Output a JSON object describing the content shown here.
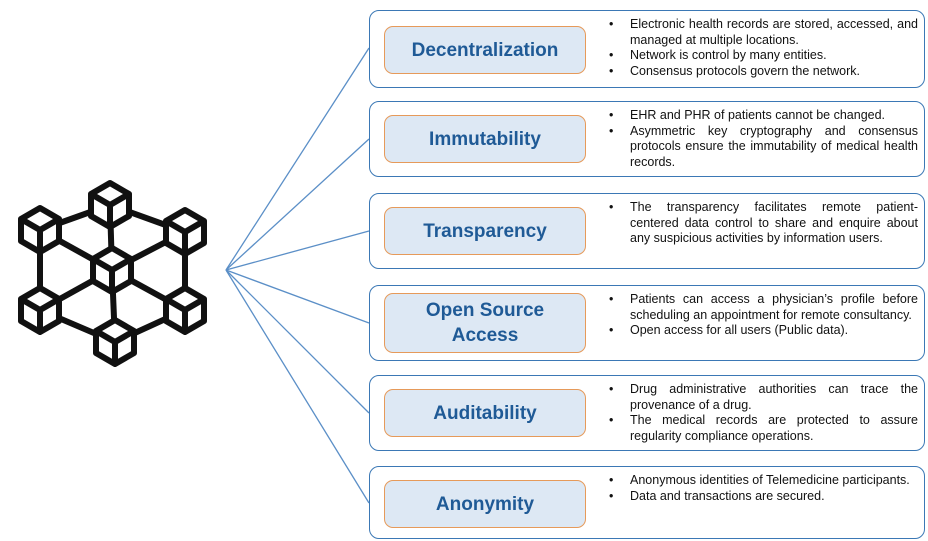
{
  "hub_icon": "blockchain-network-icon",
  "colors": {
    "box_border": "#3b78b5",
    "label_fill": "#dde8f4",
    "label_border": "#e69a5a",
    "label_text": "#1f5a96",
    "connector": "#5b8fc7"
  },
  "features": [
    {
      "label": "Decentralization",
      "bullets": [
        "Electronic health records are stored, accessed, and managed at multiple locations.",
        "Network is control by many entities.",
        "Consensus protocols govern the network."
      ]
    },
    {
      "label": "Immutability",
      "bullets": [
        "EHR and PHR of patients cannot be changed.",
        "Asymmetric key cryptography and consensus protocols ensure the immutability of medical health records."
      ]
    },
    {
      "label": "Transparency",
      "bullets": [
        "The transparency facilitates remote patient-centered data control to share and enquire about any suspicious activities by information users."
      ]
    },
    {
      "label": "Open Source Access",
      "bullets": [
        "Patients can access a physician’s profile before scheduling an appointment for remote consultancy.",
        "Open access for all users (Public data)."
      ]
    },
    {
      "label": "Auditability",
      "bullets": [
        "Drug administrative authorities can trace the provenance of a drug.",
        "The medical records are protected to assure regularity compliance operations."
      ]
    },
    {
      "label": "Anonymity",
      "bullets": [
        "Anonymous identities of Telemedicine participants.",
        "Data and transactions are secured."
      ]
    }
  ]
}
